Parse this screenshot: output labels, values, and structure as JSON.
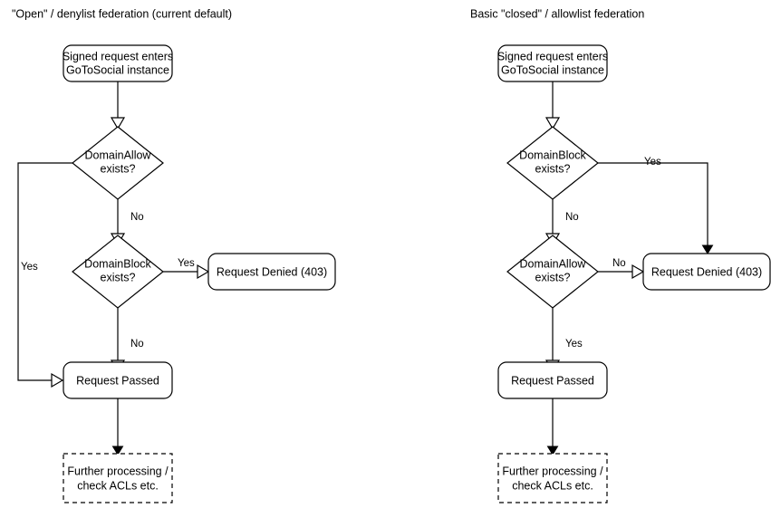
{
  "diagram": {
    "title_left": "\"Open\" / denylist federation (current default)",
    "title_right": "Basic \"closed\" / allowlist federation",
    "columns": [
      {
        "id": "denylist",
        "title": "\"Open\" / denylist federation (current default)",
        "nodes": {
          "entry_line1": "Signed request enters",
          "entry_line2": "GoToSocial instance",
          "decision1_line1": "DomainAllow",
          "decision1_line2": "exists?",
          "decision2_line1": "DomainBlock",
          "decision2_line2": "exists?",
          "denied": "Request Denied (403)",
          "passed": "Request Passed",
          "further_line1": "Further processing /",
          "further_line2": "check ACLs etc."
        },
        "edge_labels": {
          "decision1_yes": "Yes",
          "decision1_no": "No",
          "decision2_yes": "Yes",
          "decision2_no": "No"
        }
      },
      {
        "id": "allowlist",
        "title": "Basic \"closed\" / allowlist federation",
        "nodes": {
          "entry_line1": "Signed request enters",
          "entry_line2": "GoToSocial instance",
          "decision1_line1": "DomainBlock",
          "decision1_line2": "exists?",
          "decision2_line1": "DomainAllow",
          "decision2_line2": "exists?",
          "denied": "Request Denied (403)",
          "passed": "Request Passed",
          "further_line1": "Further processing /",
          "further_line2": "check ACLs etc."
        },
        "edge_labels": {
          "decision1_yes": "Yes",
          "decision1_no": "No",
          "decision2_no": "No",
          "decision2_yes": "Yes"
        }
      }
    ],
    "colors": {
      "stroke": "#000000",
      "fill": "#ffffff",
      "background": "#ffffff",
      "text": "#000000"
    }
  }
}
